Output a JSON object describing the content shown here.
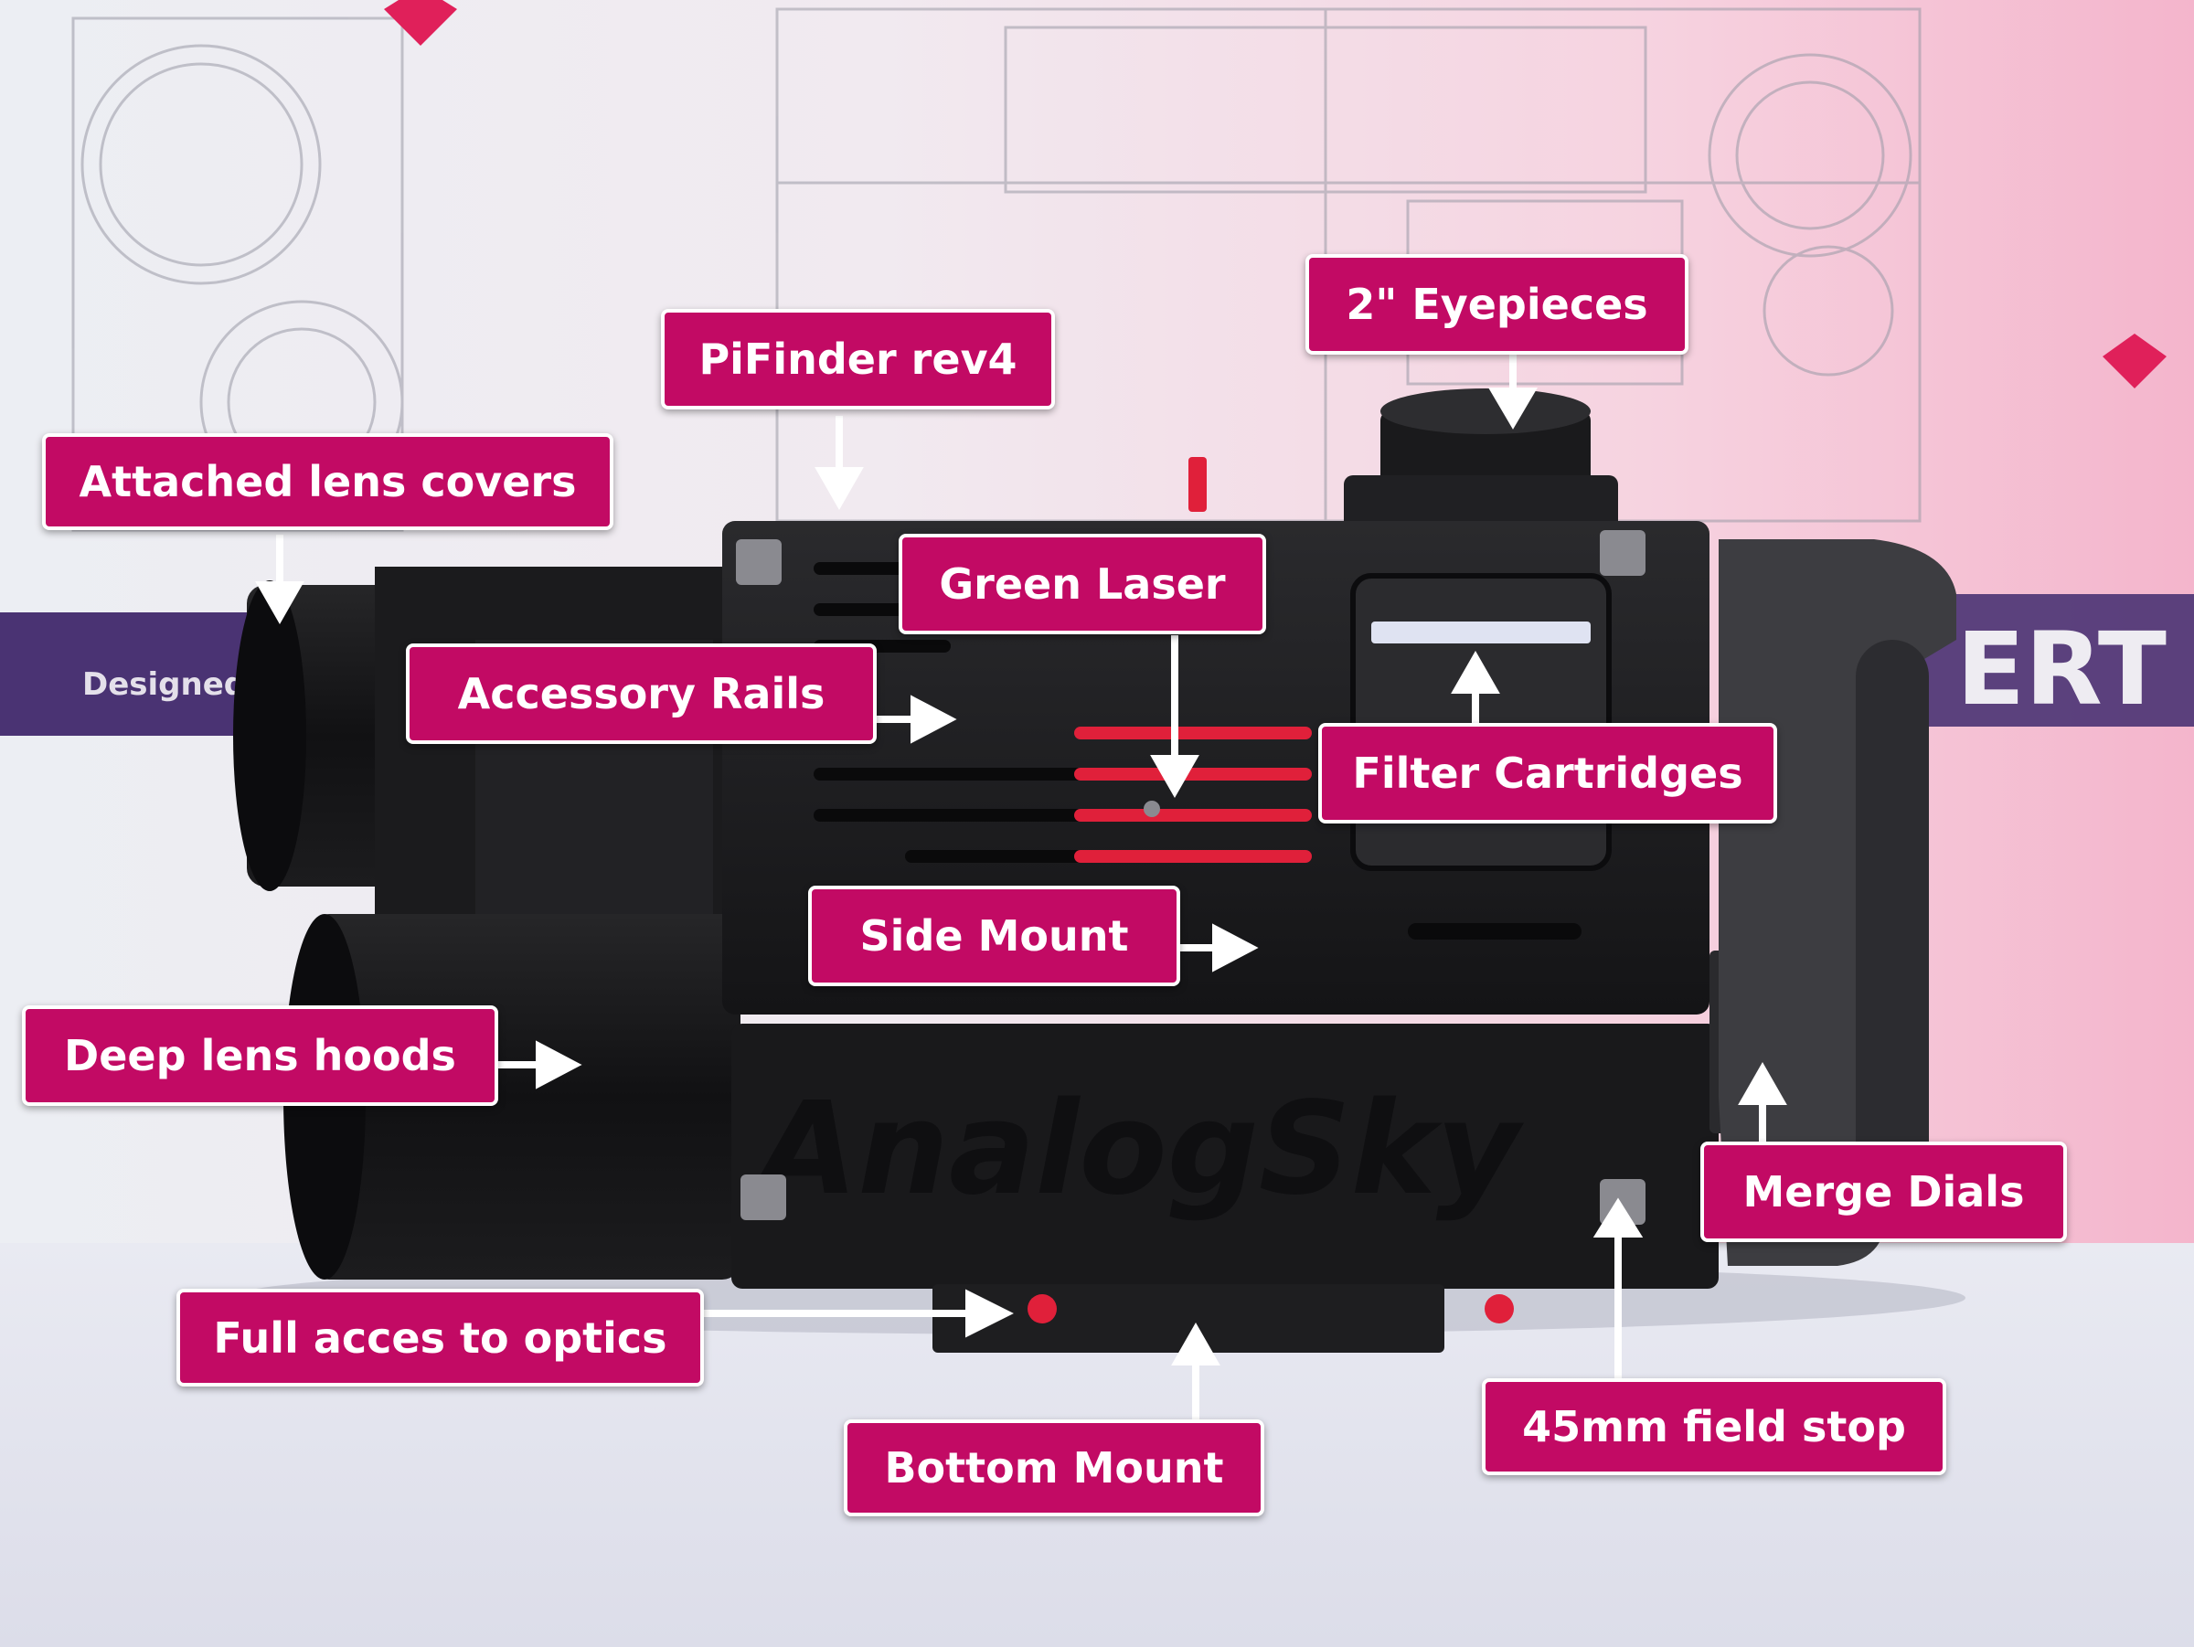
{
  "labels": {
    "pifinder": "PiFinder rev4",
    "eyepieces": "2\" Eyepieces",
    "lens_covers": "Attached lens covers",
    "green_laser": "Green Laser",
    "accessory_rails": "Accessory Rails",
    "filter_cartridges": "Filter Cartridges",
    "side_mount": "Side Mount",
    "lens_hoods": "Deep lens hoods",
    "merge_dials": "Merge Dials",
    "optics_access": "Full acces to optics",
    "field_stop": "45mm field stop",
    "bottom_mount": "Bottom Mount"
  },
  "product_engraving": "AnalogSky",
  "backdrop_text": {
    "left_banner": "Designed by",
    "right_banner": "ERT"
  },
  "colors": {
    "label_bg": "#c20a64",
    "label_text": "#ffffff",
    "arrow": "#ffffff",
    "body": "#1c1c1e",
    "accent_red": "#e0203a",
    "banner_purple": "#4a3373",
    "handle_grey": "#5a5a5e"
  }
}
